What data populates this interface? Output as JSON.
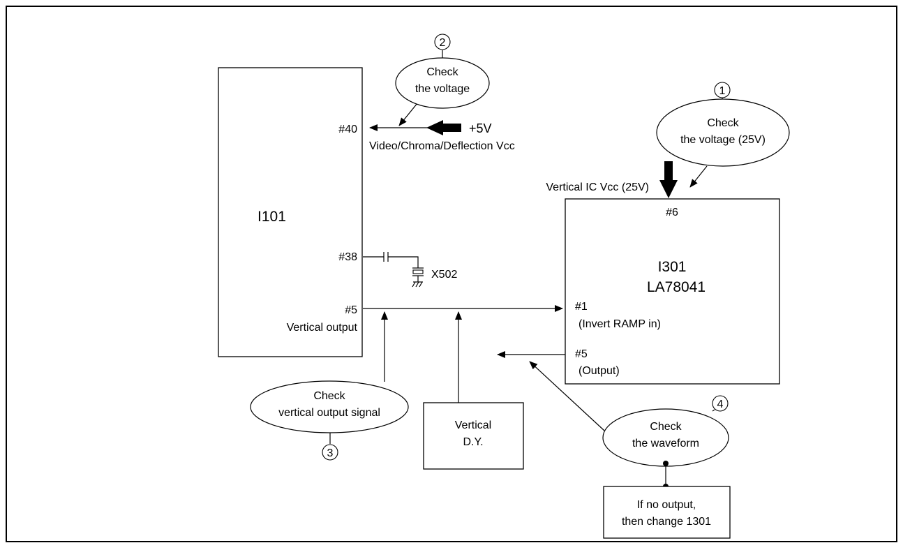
{
  "ic_main": {
    "name": "I101",
    "pin40": "#40",
    "pin38": "#38",
    "pin5": "#5",
    "pin5_label": "Vertical output"
  },
  "ic_vertical": {
    "name": "I301",
    "model": "LA78041",
    "pin6": "#6",
    "pin1": "#1",
    "pin1_label": "(Invert RAMP in)",
    "pin5": "#5",
    "pin5_label": "(Output)"
  },
  "supply_5v": {
    "value": "+5V",
    "label": "Video/Chroma/Deflection Vcc"
  },
  "supply_25v": {
    "label": "Vertical IC Vcc (25V)"
  },
  "crystal": {
    "label": "X502"
  },
  "dy_box": {
    "line1": "Vertical",
    "line2": "D.Y."
  },
  "note_box": {
    "line1": "If no output,",
    "line2": "then change 1301"
  },
  "checks": [
    {
      "number": "1",
      "line1": "Check",
      "line2": "the voltage (25V)"
    },
    {
      "number": "2",
      "line1": "Check",
      "line2": "the voltage"
    },
    {
      "number": "3",
      "line1": "Check",
      "line2": "vertical output signal"
    },
    {
      "number": "4",
      "line1": "Check",
      "line2": "the waveform"
    }
  ]
}
